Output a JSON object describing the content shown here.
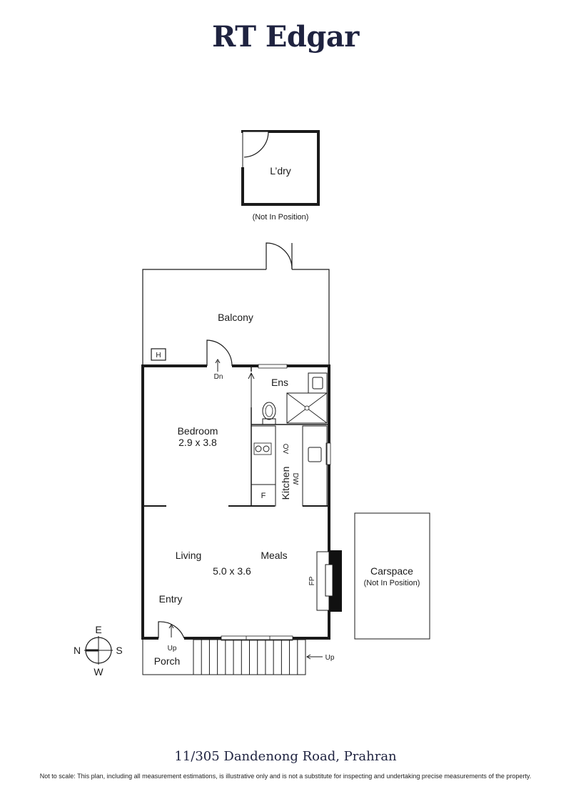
{
  "brand": "RT Edgar",
  "rooms": {
    "laundry": "L’dry",
    "laundry_note": "(Not In Position)",
    "balcony": "Balcony",
    "heater": "H",
    "ensuite": "Ens",
    "bedroom": "Bedroom",
    "bedroom_size": "2.9 x 3.8",
    "kitchen": "Kitchen",
    "oven": "OV",
    "dishwasher": "DW",
    "fridge": "F",
    "living": "Living",
    "meals": "Meals",
    "living_size": "5.0 x 3.6",
    "fireplace": "FP",
    "entry": "Entry",
    "porch": "Porch",
    "carspace": "Carspace",
    "carspace_note": "(Not In Position)",
    "stairs_down": "Dn",
    "stairs_up_entry": "Up",
    "stairs_up_porch": "Up"
  },
  "compass": {
    "east": "E",
    "north": "N",
    "south": "S",
    "west": "W"
  },
  "address": "11/305 Dandenong Road, Prahran",
  "disclaimer": "Not to scale: This plan, including all measurement estimations, is illustrative only and is not a substitute for inspecting and undertaking precise measurements of the property.",
  "colors": {
    "brand": "#1f2340",
    "walls": "#1a1a1a",
    "fireplace": "#111111"
  }
}
